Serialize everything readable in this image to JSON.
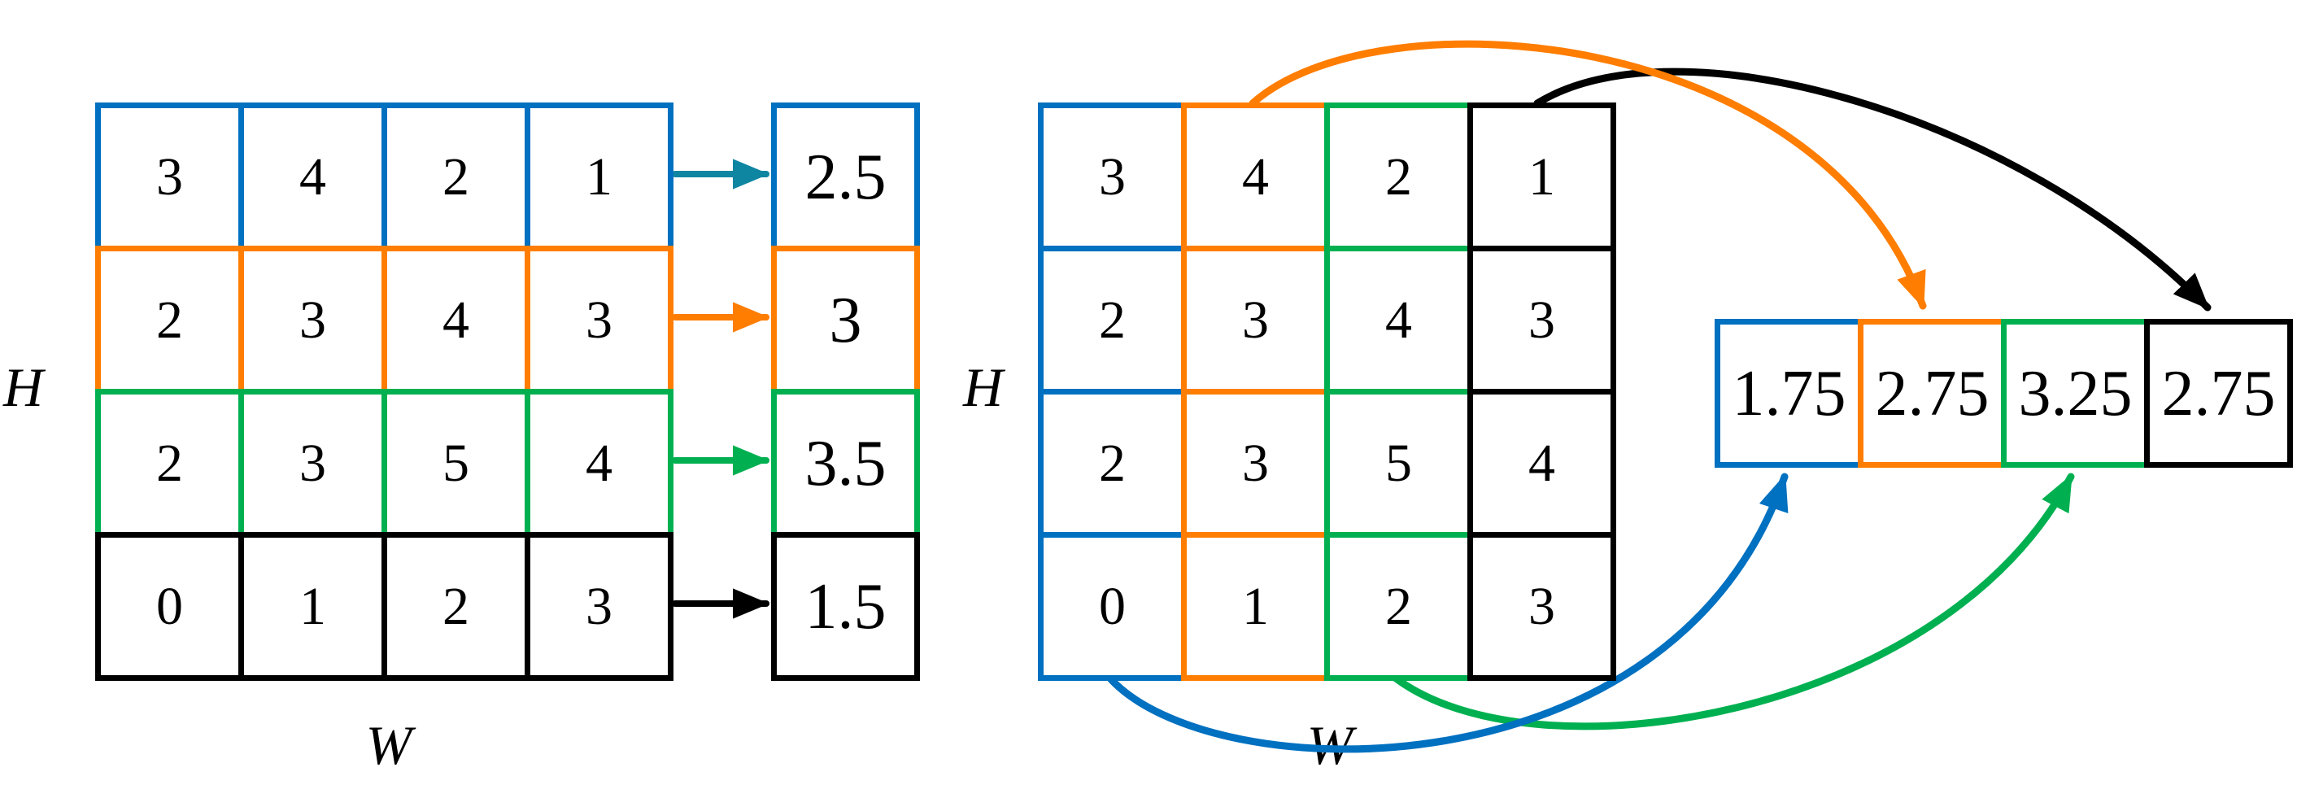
{
  "colors": {
    "blue": "#0070C0",
    "orange": "#FF7D00",
    "green": "#00B050",
    "black": "#000000",
    "teal": "#0E86A2"
  },
  "left_diagram": {
    "h_label": "H",
    "w_label": "W",
    "matrix": [
      [
        "3",
        "4",
        "2",
        "1"
      ],
      [
        "2",
        "3",
        "4",
        "3"
      ],
      [
        "2",
        "3",
        "5",
        "4"
      ],
      [
        "0",
        "1",
        "2",
        "3"
      ]
    ],
    "row_colors": [
      "blue",
      "orange",
      "green",
      "black"
    ],
    "arrow_colors": [
      "teal",
      "orange",
      "green",
      "black"
    ],
    "results": [
      "2.5",
      "3",
      "3.5",
      "1.5"
    ],
    "result_colors": [
      "blue",
      "orange",
      "green",
      "black"
    ]
  },
  "right_diagram": {
    "h_label": "H",
    "w_label": "W",
    "matrix": [
      [
        "3",
        "4",
        "2",
        "1"
      ],
      [
        "2",
        "3",
        "4",
        "3"
      ],
      [
        "2",
        "3",
        "5",
        "4"
      ],
      [
        "0",
        "1",
        "2",
        "3"
      ]
    ],
    "col_colors": [
      "blue",
      "orange",
      "green",
      "black"
    ],
    "arc_colors": [
      "blue",
      "orange",
      "green",
      "black"
    ],
    "results": [
      "1.75",
      "2.75",
      "3.25",
      "2.75"
    ],
    "result_colors": [
      "blue",
      "orange",
      "green",
      "black"
    ]
  }
}
